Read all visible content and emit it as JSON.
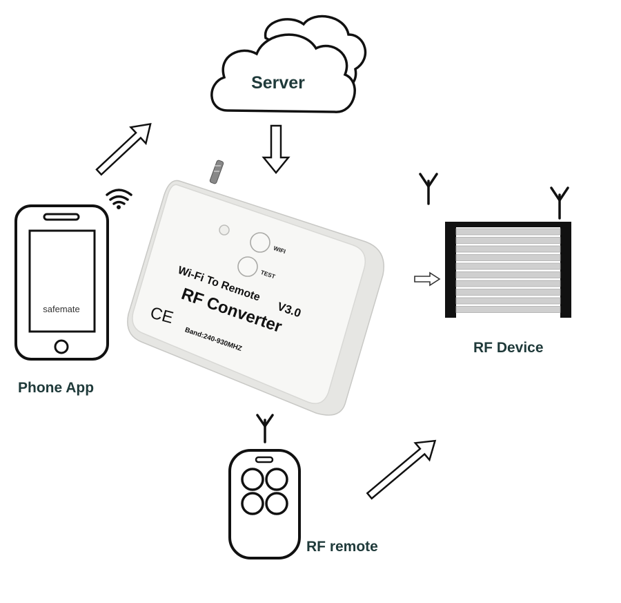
{
  "labels": {
    "server": "Server",
    "phone_app": "Phone App",
    "rf_device": "RF Device",
    "rf_remote": "RF remote",
    "phone_screen": "safemate"
  },
  "converter": {
    "wifi_button": "WIFI",
    "test_button": "TEST",
    "title_line1": "Wi-Fi To Remote",
    "version": "V3.0",
    "title_line2": "RF Converter",
    "band": "Band:240-930MHZ",
    "ce_mark": "CE"
  },
  "icons": {
    "server": "cloud-icon",
    "phone": "smartphone-icon",
    "wifi": "wifi-signal-icon",
    "rf_device": "roller-shutter-icon",
    "rf_remote": "remote-control-icon",
    "antenna": "antenna-icon"
  },
  "colors": {
    "label_text": "#1f3a3a",
    "outline": "#111111",
    "device_body": "#f4f4f2",
    "shutter_slat": "#cfcfcf"
  }
}
